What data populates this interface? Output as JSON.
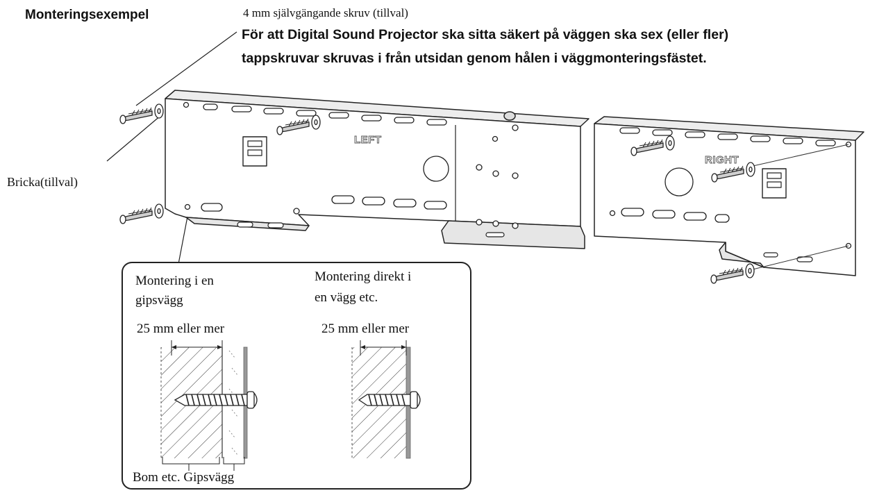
{
  "title": "Monteringsexempel",
  "screw_label": "4 mm självgängande skruv (tillval)",
  "instruction_lines": [
    "För att Digital Sound Projector ska sitta säkert på väggen ska sex (eller fler)",
    "tappskruvar skruvas i från utsidan genom hålen i väggmonteringsfästet."
  ],
  "washer_label": "Bricka(tillval)",
  "bracket_labels": {
    "left": "LEFT",
    "right": "RIGHT"
  },
  "inset": {
    "plasterboard": {
      "heading_lines": [
        "Montering i en",
        "gipsvägg"
      ],
      "dimension": "25 mm eller mer"
    },
    "direct": {
      "heading_lines": [
        "Montering direkt i",
        "en vägg etc."
      ],
      "dimension": "25 mm eller mer"
    },
    "footer": "Bom etc. Gipsvägg"
  }
}
